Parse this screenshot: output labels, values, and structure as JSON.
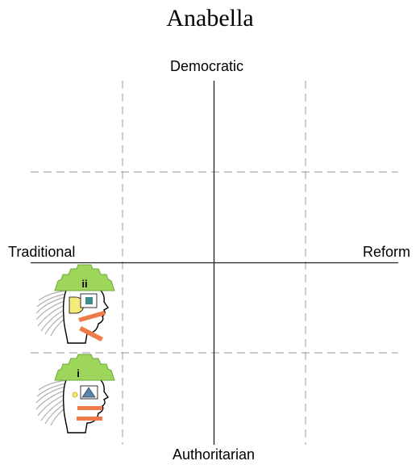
{
  "title": "Anabella",
  "axes": {
    "top": "Democratic",
    "bottom": "Authoritarian",
    "left": "Traditional",
    "right": "Reform"
  },
  "figures": [
    {
      "id": "upper-figure",
      "numeral": "ii",
      "eye_shape": "square",
      "eye_color": "#3d8c8c",
      "cheek_shape": "half-circle",
      "cheek_color": "#f3ea7a",
      "mouth": "angled-bars",
      "hat_color": "#9ed65c",
      "bar_color": "#f07b4a"
    },
    {
      "id": "lower-figure",
      "numeral": "i",
      "eye_shape": "triangle",
      "eye_color": "#5b84a6",
      "cheek_shape": "small-dot",
      "cheek_color": "#f3ea7a",
      "mouth": "parallel-bars",
      "hat_color": "#9ed65c",
      "bar_color": "#f07b4a"
    }
  ]
}
